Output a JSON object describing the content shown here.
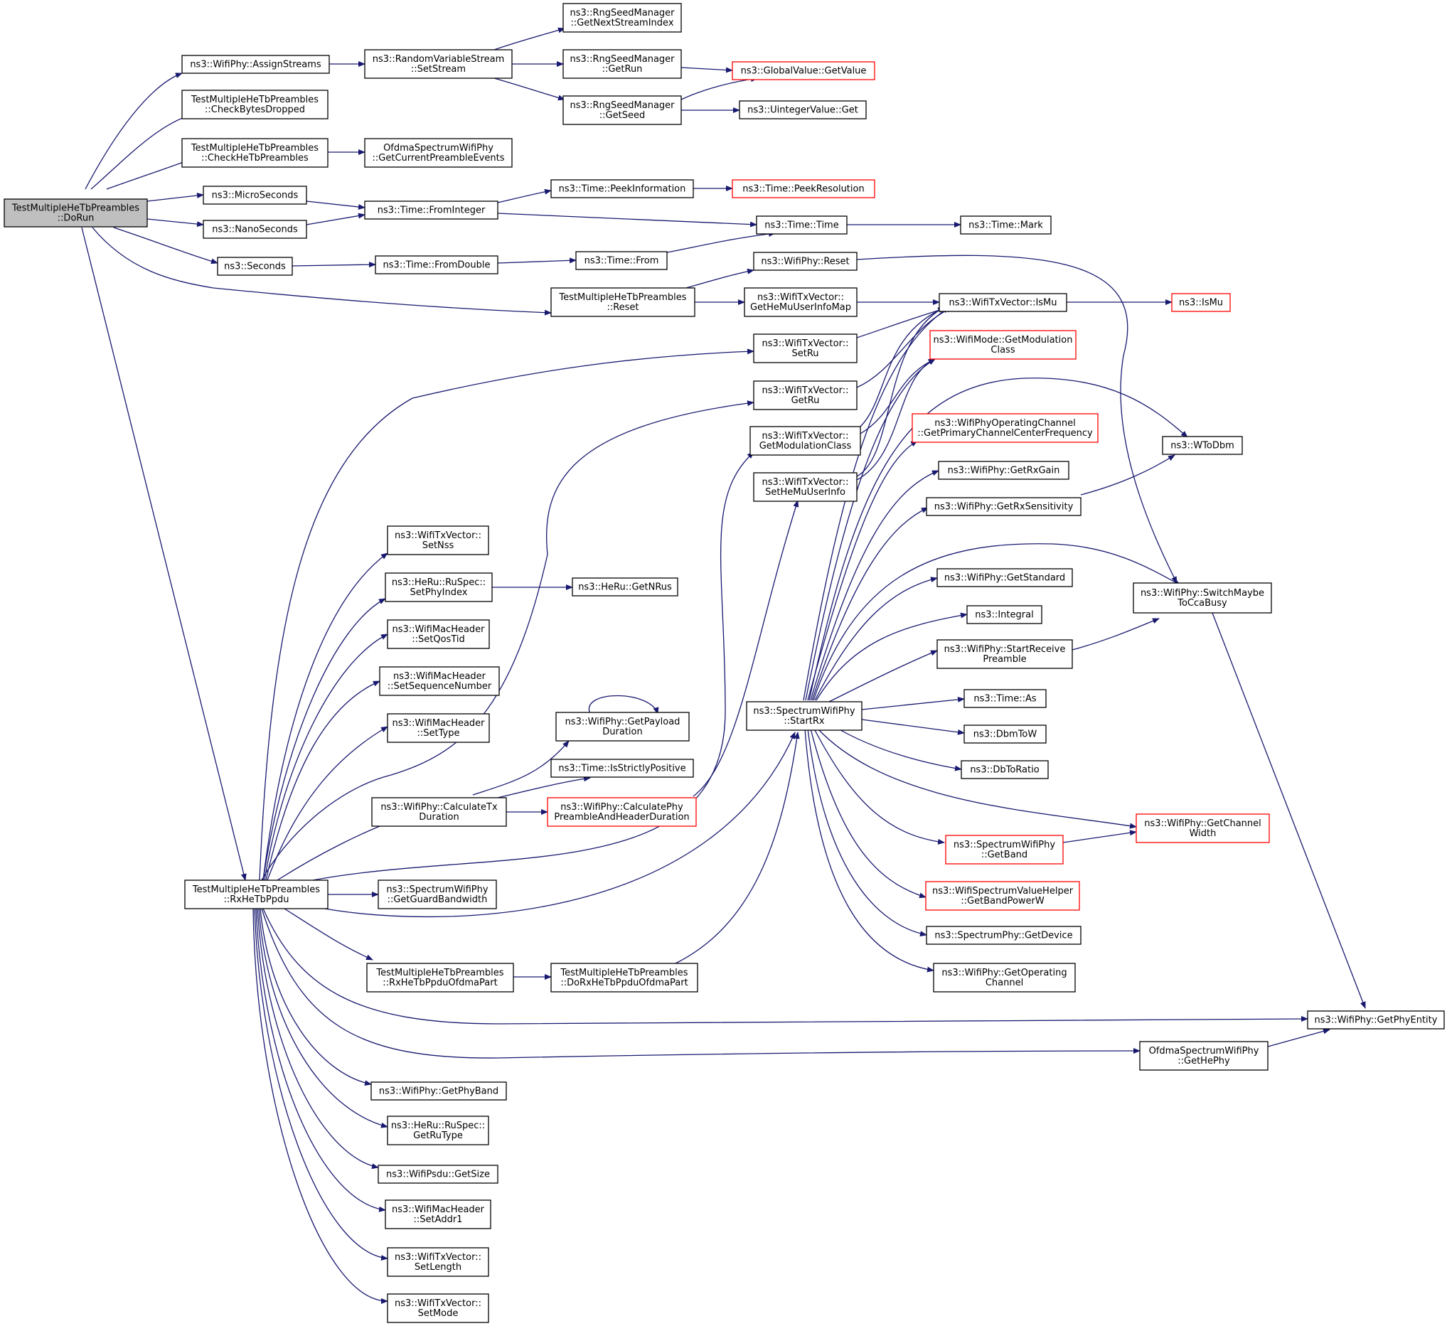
{
  "colors": {
    "edge": "#191970",
    "box_border": "#000000",
    "truncated_border": "#ff0000",
    "root_fill": "#bfbfbf",
    "box_fill": "#ffffff"
  },
  "nodes": {
    "n0": {
      "label": [
        "TestMultipleHeTbPreambles",
        "::DoRun"
      ],
      "style": "root"
    },
    "n1": {
      "label": [
        "ns3::WifiPhy::AssignStreams"
      ],
      "style": "normal"
    },
    "n2": {
      "label": [
        "ns3::RandomVariableStream",
        "::SetStream"
      ],
      "style": "normal"
    },
    "n3": {
      "label": [
        "ns3::RngSeedManager",
        "::GetNextStreamIndex"
      ],
      "style": "normal"
    },
    "n4": {
      "label": [
        "ns3::RngSeedManager",
        "::GetRun"
      ],
      "style": "normal"
    },
    "n5": {
      "label": [
        "ns3::GlobalValue::GetValue"
      ],
      "style": "truncated"
    },
    "n6": {
      "label": [
        "ns3::RngSeedManager",
        "::GetSeed"
      ],
      "style": "normal"
    },
    "n7": {
      "label": [
        "ns3::UintegerValue::Get"
      ],
      "style": "normal"
    },
    "n8": {
      "label": [
        "TestMultipleHeTbPreambles",
        "::CheckBytesDropped"
      ],
      "style": "normal"
    },
    "n9": {
      "label": [
        "TestMultipleHeTbPreambles",
        "::CheckHeTbPreambles"
      ],
      "style": "normal"
    },
    "n10": {
      "label": [
        "OfdmaSpectrumWifiPhy",
        "::GetCurrentPreambleEvents"
      ],
      "style": "normal"
    },
    "n11": {
      "label": [
        "ns3::MicroSeconds"
      ],
      "style": "normal"
    },
    "n12": {
      "label": [
        "ns3::Time::FromInteger"
      ],
      "style": "normal"
    },
    "n13": {
      "label": [
        "ns3::Time::PeekInformation"
      ],
      "style": "normal"
    },
    "n14": {
      "label": [
        "ns3::Time::PeekResolution"
      ],
      "style": "truncated"
    },
    "n15": {
      "label": [
        "ns3::Time::Time"
      ],
      "style": "normal"
    },
    "n16": {
      "label": [
        "ns3::Time::Mark"
      ],
      "style": "normal"
    },
    "n17": {
      "label": [
        "ns3::NanoSeconds"
      ],
      "style": "normal"
    },
    "n18": {
      "label": [
        "ns3::Seconds"
      ],
      "style": "normal"
    },
    "n19": {
      "label": [
        "ns3::Time::FromDouble"
      ],
      "style": "normal"
    },
    "n20": {
      "label": [
        "ns3::Time::From"
      ],
      "style": "normal"
    },
    "n21": {
      "label": [
        "TestMultipleHeTbPreambles",
        "::Reset"
      ],
      "style": "normal"
    },
    "n22": {
      "label": [
        "ns3::WifiPhy::Reset"
      ],
      "style": "normal"
    },
    "n23": {
      "label": [
        "ns3::WifiTxVector::",
        "GetHeMuUserInfoMap"
      ],
      "style": "normal"
    },
    "n24": {
      "label": [
        "ns3::WifiTxVector::IsMu"
      ],
      "style": "normal"
    },
    "n25": {
      "label": [
        "ns3::IsMu"
      ],
      "style": "truncated"
    },
    "n26": {
      "label": [
        "ns3::WifiTxVector::",
        "SetRu"
      ],
      "style": "normal"
    },
    "n27": {
      "label": [
        "ns3::WifiMode::GetModulation",
        "Class"
      ],
      "style": "truncated"
    },
    "n28": {
      "label": [
        "ns3::WifiTxVector::",
        "GetRu"
      ],
      "style": "normal"
    },
    "n29": {
      "label": [
        "ns3::WifiTxVector::",
        "GetModulationClass"
      ],
      "style": "normal"
    },
    "n30": {
      "label": [
        "ns3::WifiPhyOperatingChannel",
        "::GetPrimaryChannelCenterFrequency"
      ],
      "style": "truncated"
    },
    "n31": {
      "label": [
        "ns3::WToDbm"
      ],
      "style": "normal"
    },
    "n32": {
      "label": [
        "ns3::WifiTxVector::",
        "SetHeMuUserInfo"
      ],
      "style": "normal"
    },
    "n33": {
      "label": [
        "ns3::WifiPhy::GetRxGain"
      ],
      "style": "normal"
    },
    "n34": {
      "label": [
        "ns3::WifiPhy::GetRxSensitivity"
      ],
      "style": "normal"
    },
    "n35": {
      "label": [
        "ns3::WifiTxVector::",
        "SetNss"
      ],
      "style": "normal"
    },
    "n36": {
      "label": [
        "ns3::HeRu::RuSpec::",
        "SetPhyIndex"
      ],
      "style": "normal"
    },
    "n37": {
      "label": [
        "ns3::HeRu::GetNRus"
      ],
      "style": "normal"
    },
    "n38": {
      "label": [
        "ns3::WifiPhy::GetStandard"
      ],
      "style": "normal"
    },
    "n39": {
      "label": [
        "ns3::WifiPhy::SwitchMaybe",
        "ToCcaBusy"
      ],
      "style": "normal"
    },
    "n40": {
      "label": [
        "ns3::Integral"
      ],
      "style": "normal"
    },
    "n41": {
      "label": [
        "ns3::WifiMacHeader",
        "::SetQosTid"
      ],
      "style": "normal"
    },
    "n42": {
      "label": [
        "ns3::WifiPhy::StartReceive",
        "Preamble"
      ],
      "style": "normal"
    },
    "n43": {
      "label": [
        "ns3::WifiMacHeader",
        "::SetSequenceNumber"
      ],
      "style": "normal"
    },
    "n44": {
      "label": [
        "ns3::Time::As"
      ],
      "style": "normal"
    },
    "n45": {
      "label": [
        "ns3::WifiMacHeader",
        "::SetType"
      ],
      "style": "normal"
    },
    "n46": {
      "label": [
        "ns3::WifiPhy::GetPayload",
        "Duration"
      ],
      "style": "normal"
    },
    "n47": {
      "label": [
        "ns3::SpectrumWifiPhy",
        "::StartRx"
      ],
      "style": "normal"
    },
    "n48": {
      "label": [
        "ns3::DbmToW"
      ],
      "style": "normal"
    },
    "n49": {
      "label": [
        "ns3::Time::IsStrictlyPositive"
      ],
      "style": "normal"
    },
    "n50": {
      "label": [
        "ns3::DbToRatio"
      ],
      "style": "normal"
    },
    "n51": {
      "label": [
        "ns3::WifiPhy::CalculateTx",
        "Duration"
      ],
      "style": "normal"
    },
    "n52": {
      "label": [
        "ns3::WifiPhy::CalculatePhy",
        "PreambleAndHeaderDuration"
      ],
      "style": "truncated"
    },
    "n53": {
      "label": [
        "ns3::WifiPhy::GetChannel",
        "Width"
      ],
      "style": "truncated"
    },
    "n54": {
      "label": [
        "ns3::SpectrumWifiPhy",
        "::GetBand"
      ],
      "style": "truncated"
    },
    "n55": {
      "label": [
        "TestMultipleHeTbPreambles",
        "::RxHeTbPpdu"
      ],
      "style": "normal"
    },
    "n56": {
      "label": [
        "ns3::SpectrumWifiPhy",
        "::GetGuardBandwidth"
      ],
      "style": "normal"
    },
    "n57": {
      "label": [
        "ns3::WifiSpectrumValueHelper",
        "::GetBandPowerW"
      ],
      "style": "truncated"
    },
    "n58": {
      "label": [
        "ns3::SpectrumPhy::GetDevice"
      ],
      "style": "normal"
    },
    "n59": {
      "label": [
        "TestMultipleHeTbPreambles",
        "::RxHeTbPpduOfdmaPart"
      ],
      "style": "normal"
    },
    "n60": {
      "label": [
        "TestMultipleHeTbPreambles",
        "::DoRxHeTbPpduOfdmaPart"
      ],
      "style": "normal"
    },
    "n61": {
      "label": [
        "ns3::WifiPhy::GetOperating",
        "Channel"
      ],
      "style": "normal"
    },
    "n62": {
      "label": [
        "ns3::WifiPhy::GetPhyEntity"
      ],
      "style": "normal"
    },
    "n63": {
      "label": [
        "OfdmaSpectrumWifiPhy",
        "::GetHePhy"
      ],
      "style": "normal"
    },
    "n64": {
      "label": [
        "ns3::WifiPhy::GetPhyBand"
      ],
      "style": "normal"
    },
    "n65": {
      "label": [
        "ns3::HeRu::RuSpec::",
        "GetRuType"
      ],
      "style": "normal"
    },
    "n66": {
      "label": [
        "ns3::WifiPsdu::GetSize"
      ],
      "style": "normal"
    },
    "n67": {
      "label": [
        "ns3::WifiMacHeader",
        "::SetAddr1"
      ],
      "style": "normal"
    },
    "n68": {
      "label": [
        "ns3::WifiTxVector::",
        "SetLength"
      ],
      "style": "normal"
    },
    "n69": {
      "label": [
        "ns3::WifiTxVector::",
        "SetMode"
      ],
      "style": "normal"
    }
  }
}
